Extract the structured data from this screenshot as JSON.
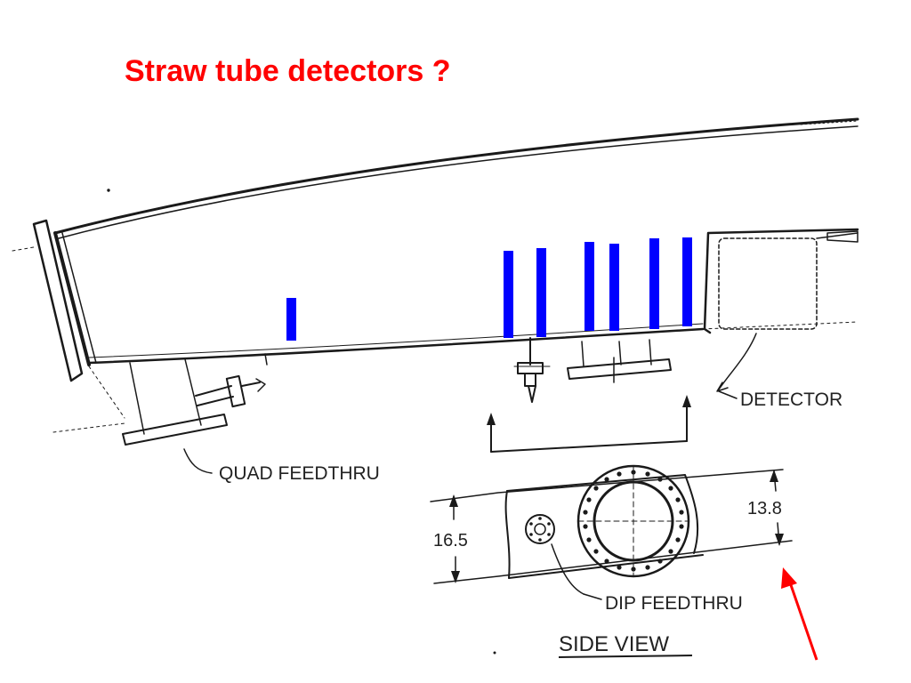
{
  "slide": {
    "title": "Straw tube detectors ?",
    "title_color": "#ff0000"
  },
  "drawing": {
    "labels": {
      "quad_feedthru": "QUAD FEEDTHRU",
      "detector": "DETECTOR",
      "dip_feedthru": "DIP FEEDTHRU",
      "side_view": "SIDE VIEW",
      "dim_left": "16.5",
      "dim_right": "13.8"
    },
    "ink_color": "#1a1a1a",
    "straw_color": "#0000ff",
    "straw_tube_count": 7,
    "pointer_arrow_color": "#ff0000"
  }
}
